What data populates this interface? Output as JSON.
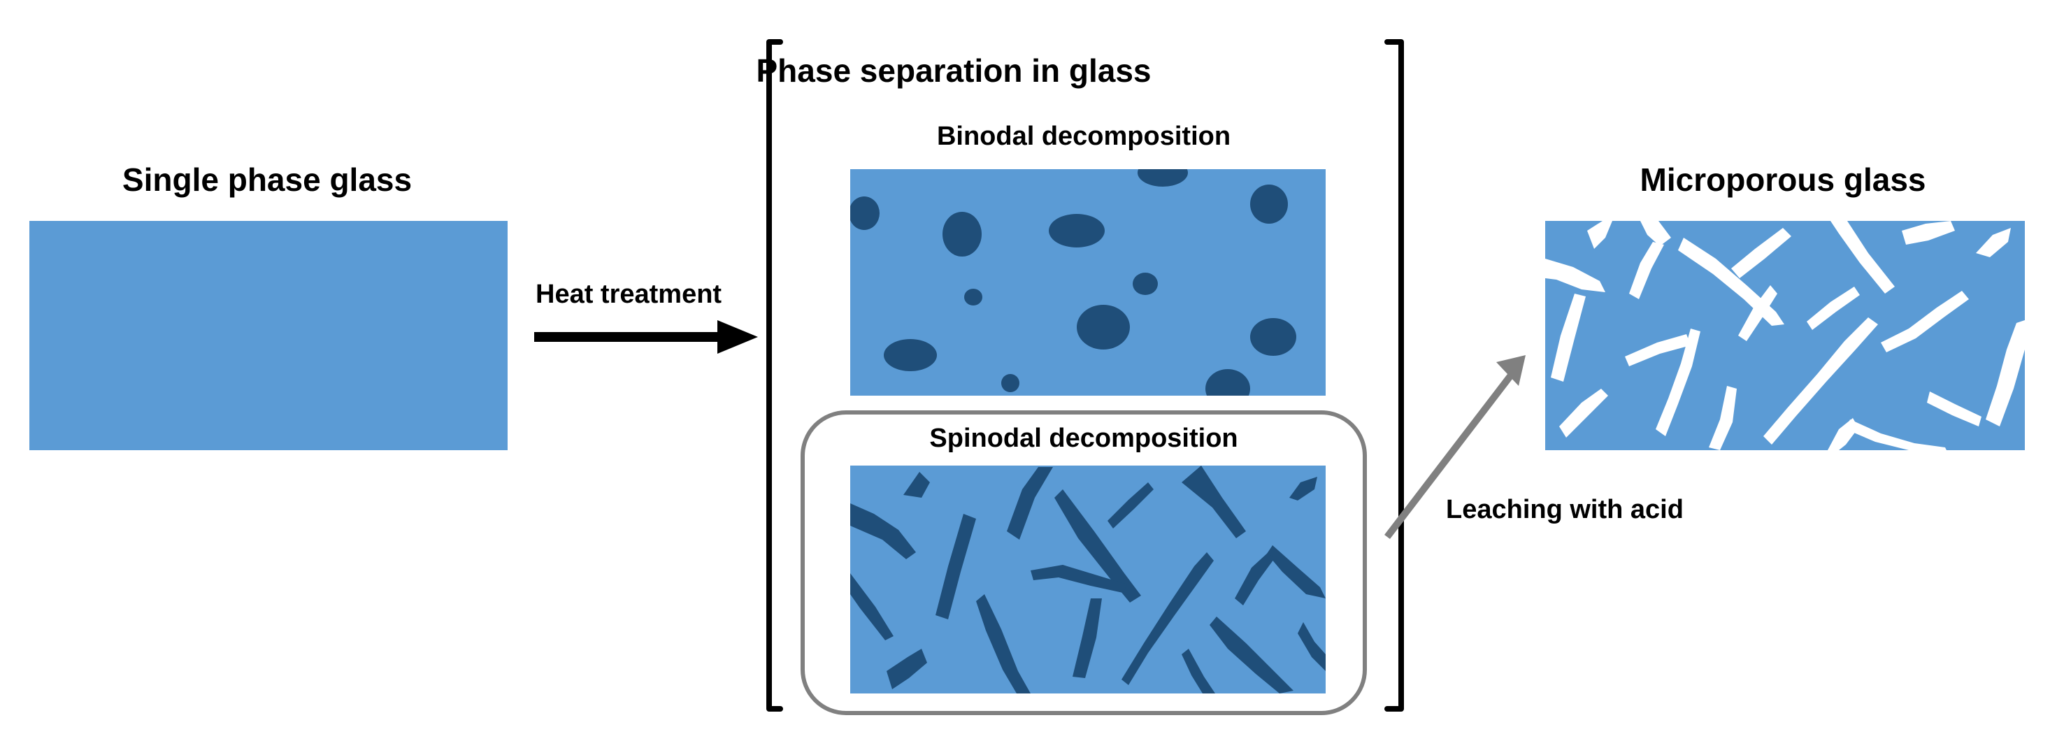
{
  "labels": {
    "single_phase": "Single phase glass",
    "phase_separation": "Phase separation in glass",
    "binodal": "Binodal decomposition",
    "spinodal": "Spinodal decomposition",
    "microporous": "Microporous glass",
    "heat_treatment": "Heat treatment",
    "leaching": "Leaching with acid"
  },
  "colors": {
    "glass": "#5b9bd5",
    "dark_phase": "#1f4e79",
    "pore": "#ffffff",
    "arrow_heat": "#000000",
    "arrow_leach": "#808080",
    "rounded_frame": "#808080",
    "bracket": "#000000"
  }
}
